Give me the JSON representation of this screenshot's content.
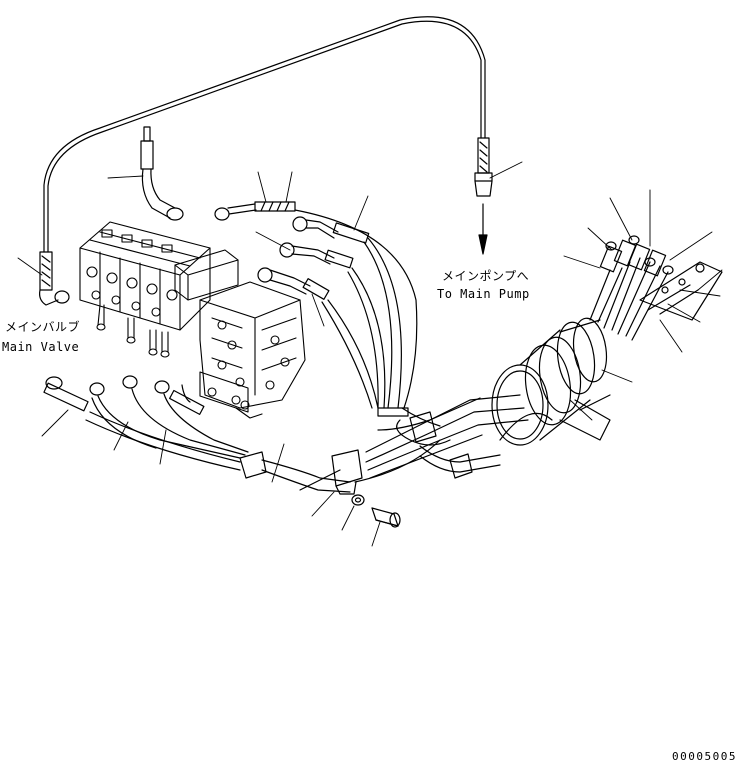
{
  "labels": {
    "main_valve_jp": "メインバルブ",
    "main_valve_en": "Main Valve",
    "main_pump_jp": "メインポンプへ",
    "main_pump_en": "To Main Pump",
    "drawing_code": "00005005"
  }
}
